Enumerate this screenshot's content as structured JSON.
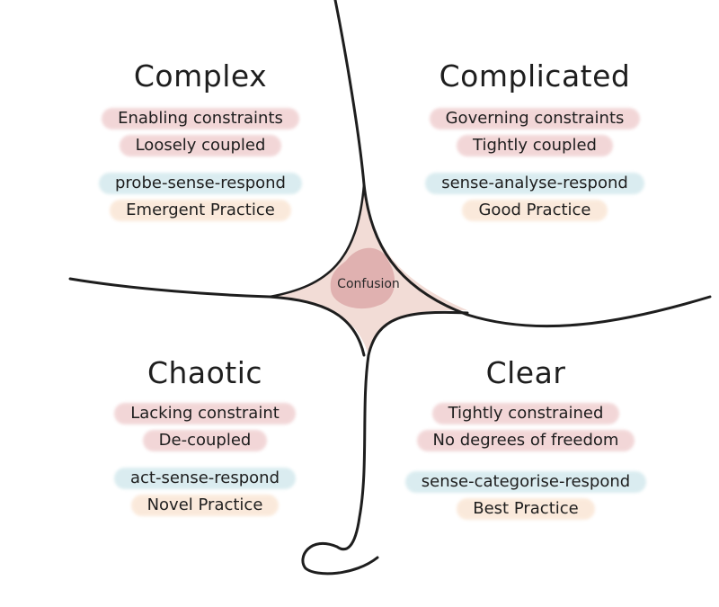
{
  "colors": {
    "pink": "#e8b6b8",
    "blue": "#bcdde4",
    "peach": "#f8dcc4",
    "confusion_fill": "#f2dcd6",
    "confusion_core": "#d9a3a3",
    "ink": "#1e1e1e"
  },
  "center": {
    "label": "Confusion"
  },
  "quadrants": {
    "complex": {
      "title": "Complex",
      "constraints": [
        "Enabling constraints",
        "Loosely coupled"
      ],
      "approach": "probe-sense-respond",
      "practice": "Emergent Practice"
    },
    "complicated": {
      "title": "Complicated",
      "constraints": [
        "Governing constraints",
        "Tightly coupled"
      ],
      "approach": "sense-analyse-respond",
      "practice": "Good Practice"
    },
    "chaotic": {
      "title": "Chaotic",
      "constraints": [
        "Lacking constraint",
        "De-coupled"
      ],
      "approach": "act-sense-respond",
      "practice": "Novel Practice"
    },
    "clear": {
      "title": "Clear",
      "constraints": [
        "Tightly constrained",
        "No degrees of freedom"
      ],
      "approach": "sense-categorise-respond",
      "practice": "Best Practice"
    }
  }
}
